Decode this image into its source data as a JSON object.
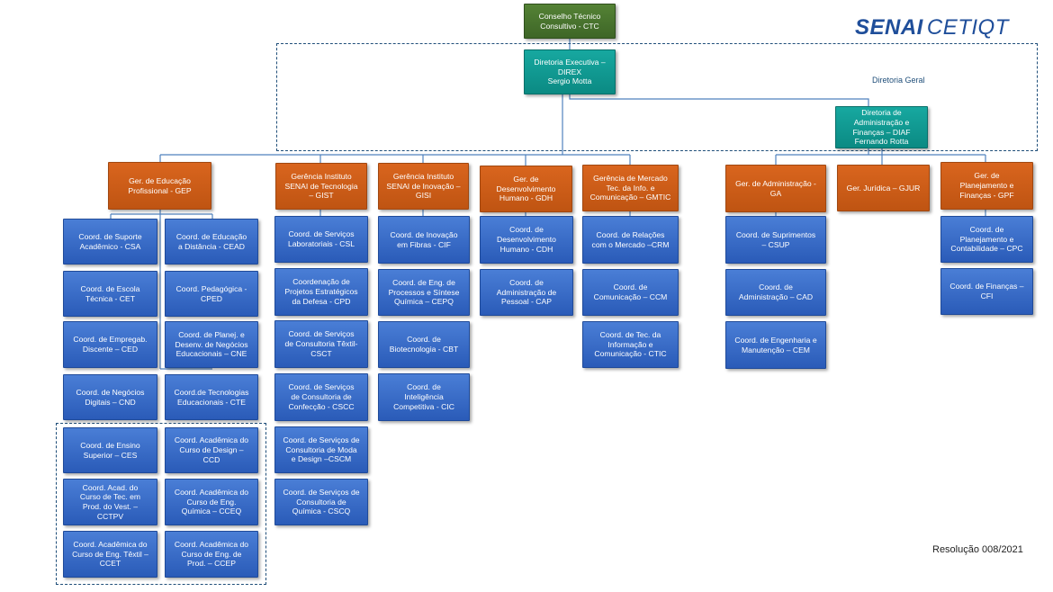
{
  "logo": {
    "brand": "SENAI",
    "sub": "CETIQT"
  },
  "labels": {
    "diretoria_geral": "Diretoria Geral",
    "resolution": "Resolução 008/2021"
  },
  "top": {
    "ctc": "Conselho Técnico\nConsultivo - CTC",
    "direx": "Diretoria Executiva –\nDIREX\nSergio Motta",
    "diaf": "Diretoria de\nAdministração e\nFinanças – DIAF\nFernando Rotta"
  },
  "managers": {
    "gep": "Ger. de Educação\nProfissional - GEP",
    "gist": "Gerência Instituto\nSENAI de Tecnologia\n– GIST",
    "gisi": "Gerência Instituto\nSENAI de Inovação –\nGISI",
    "gdh": "Ger. de\nDesenvolvimento\nHumano - GDH",
    "gmtic": "Gerência de Mercado\nTec. da Info. e\nComunicação – GMTIC",
    "ga": "Ger. de Administração -\nGA",
    "gjur": "Ger. Jurídica – GJUR",
    "gpf": "Ger. de\nPlanejamento e\nFinanças - GPF"
  },
  "gep_left": [
    "Coord. de Suporte\nAcadêmico - CSA",
    "Coord. de Escola\nTécnica - CET",
    "Coord. de Empregab.\nDiscente – CED",
    "Coord. de Negócios\nDigitais – CND",
    "Coord. de Ensino\nSuperior – CES",
    "Coord. Acad. do\nCurso de Tec. em\nProd. do Vest. –\nCCTPV",
    "Coord. Acadêmica do\nCurso de Eng. Têxtil –\nCCET"
  ],
  "gep_right": [
    "Coord. de Educação\na Distância - CEAD",
    "Coord. Pedagógica -\nCPED",
    "Coord. de Planej. e\nDesenv. de Negócios\nEducacionais – CNE",
    "Coord.de Tecnologias\nEducacionais - CTE",
    "Coord. Acadêmica do\nCurso de Design –\nCCD",
    "Coord. Acadêmica do\nCurso de Eng.\nQuímica – CCEQ",
    "Coord. Acadêmica do\nCurso de Eng. de\nProd. – CCEP"
  ],
  "gist_items": [
    "Coord. de Serviços\nLaboratoriais - CSL",
    "Coordenação de\nProjetos Estratégicos\nda Defesa - CPD",
    "Coord. de Serviços\nde Consultoria Têxtil-\nCSCT",
    "Coord. de Serviços\nde Consultoria de\nConfecção - CSCC",
    "Coord. de Serviços de\nConsultoria de Moda\ne Design –CSCM",
    "Coord. de Serviços de\nConsultoria de\nQuímica - CSCQ"
  ],
  "gisi_items": [
    "Coord. de Inovação\nem Fibras - CIF",
    "Coord. de Eng. de\nProcessos e Síntese\nQuímica – CEPQ",
    "Coord. de\nBiotecnologia - CBT",
    "Coord. de\nInteligência\nCompetitiva - CIC"
  ],
  "gdh_items": [
    "Coord. de\nDesenvolvimento\nHumano - CDH",
    "Coord. de\nAdministração de\nPessoal - CAP"
  ],
  "gmtic_items": [
    "Coord. de Relações\ncom o Mercado –CRM",
    "Coord. de\nComunicação – CCM",
    "Coord. de Tec. da\nInformação e\nComunicação - CTIC"
  ],
  "ga_items": [
    "Coord. de Suprimentos\n– CSUP",
    "Coord. de\nAdministração – CAD",
    "Coord. de Engenharia e\nManutenção – CEM"
  ],
  "gpf_items": [
    "Coord. de\nPlanejamento e\nContabilidade – CPC",
    "Coord. de Finanças –\nCFI"
  ]
}
